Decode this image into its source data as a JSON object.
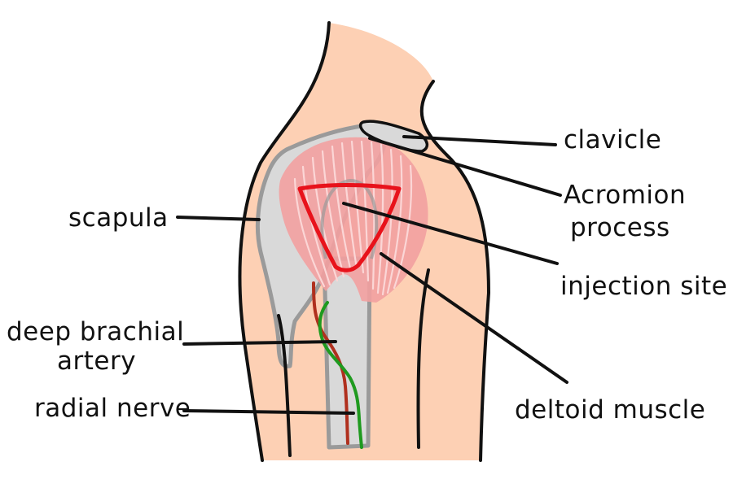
{
  "labels": {
    "clavicle": "clavicle",
    "acromion_line1": "Acromion",
    "acromion_line2": "process",
    "scapula": "scapula",
    "injection_site": "injection site",
    "deep_brachial_line1": "deep brachial",
    "deep_brachial_line2": "artery",
    "radial_nerve": "radial nerve",
    "deltoid_muscle": "deltoid muscle"
  },
  "colors": {
    "skin": "#fdd0b4",
    "bone": "#d9d9d9",
    "bone_outline": "#9a9a9a",
    "muscle": "#f2a0a0",
    "muscle_stripe": "#fbd6d6",
    "injection_site": "#e8121b",
    "artery": "#b0301e",
    "nerve": "#1f9a1f",
    "outline": "#111111"
  }
}
